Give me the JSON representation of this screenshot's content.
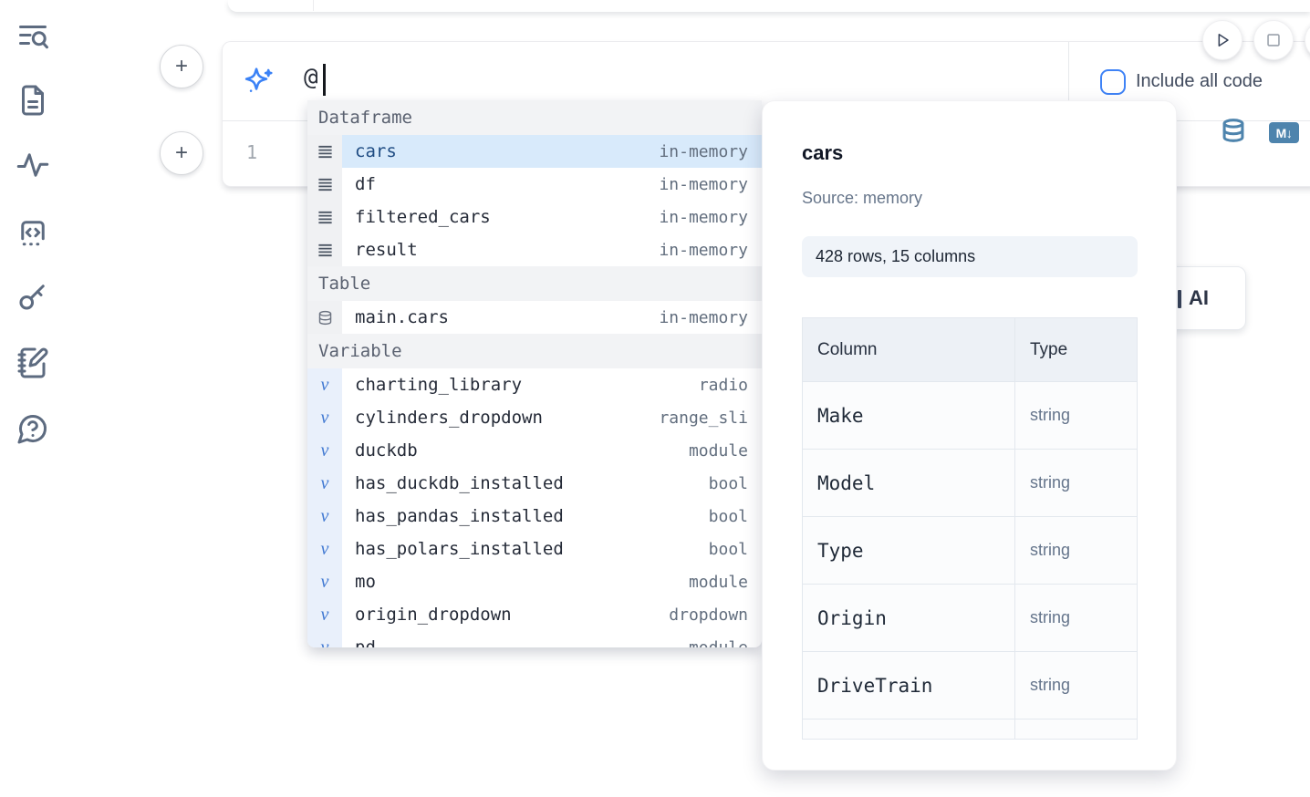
{
  "sidebar": {
    "icons": [
      "toc-search",
      "file-document",
      "activity",
      "code-cell",
      "api-key",
      "scratchpad",
      "help-chat"
    ]
  },
  "prompt": {
    "value": "@",
    "include_all_code_label": "Include all code",
    "include_all_code_checked": false
  },
  "cell": {
    "line_number": "1",
    "markdown_badge": "M↓"
  },
  "autocomplete": {
    "sections": [
      {
        "label": "Dataframe",
        "items": [
          {
            "name": "cars",
            "meta": "in-memory"
          },
          {
            "name": "df",
            "meta": "in-memory"
          },
          {
            "name": "filtered_cars",
            "meta": "in-memory"
          },
          {
            "name": "result",
            "meta": "in-memory"
          }
        ]
      },
      {
        "label": "Table",
        "items": [
          {
            "name": "main.cars",
            "meta": "in-memory"
          }
        ]
      },
      {
        "label": "Variable",
        "items": [
          {
            "name": "charting_library",
            "meta": "radio"
          },
          {
            "name": "cylinders_dropdown",
            "meta": "range_sli"
          },
          {
            "name": "duckdb",
            "meta": "module"
          },
          {
            "name": "has_duckdb_installed",
            "meta": "bool"
          },
          {
            "name": "has_pandas_installed",
            "meta": "bool"
          },
          {
            "name": "has_polars_installed",
            "meta": "bool"
          },
          {
            "name": "mo",
            "meta": "module"
          },
          {
            "name": "origin_dropdown",
            "meta": "dropdown"
          },
          {
            "name": "pd",
            "meta": "module"
          }
        ]
      }
    ],
    "variable_glyph": "v"
  },
  "preview": {
    "title": "cars",
    "source": "Source: memory",
    "shape_badge": "428 rows, 15 columns",
    "table": {
      "headers": [
        "Column",
        "Type"
      ],
      "rows": [
        {
          "column": "Make",
          "type": "string"
        },
        {
          "column": "Model",
          "type": "string"
        },
        {
          "column": "Type",
          "type": "string"
        },
        {
          "column": "Origin",
          "type": "string"
        },
        {
          "column": "DriveTrain",
          "type": "string"
        }
      ]
    }
  },
  "ai_button": {
    "label": "AI"
  },
  "colors": {
    "accent_blue": "#3b82f6",
    "steel_blue": "#4e84ad",
    "selection_blue": "#d8eafb"
  }
}
